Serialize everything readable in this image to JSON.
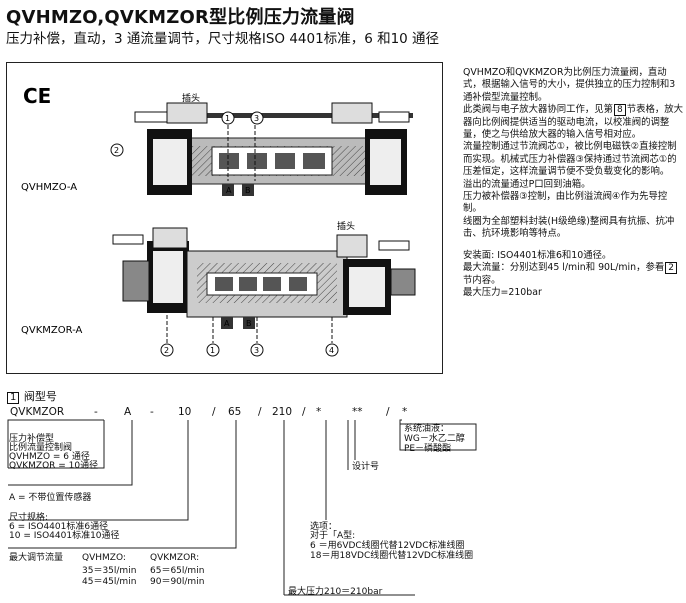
{
  "title": "QVHMZO,QVKMZOR型比例压力流量阀",
  "subtitle": "压力补偿，直动，3 通流量调节，尺寸规格ISO  4401标准，6  和10 通径",
  "figure": {
    "ce_mark": "CE",
    "top_model": "QVHMZO-A",
    "bottom_model": "QVKMZOR-A",
    "plug_label_top": "插头",
    "plug_label_bottom": "插头",
    "port_a": "A",
    "port_b": "B",
    "callouts": [
      "2",
      "1",
      "3",
      "4"
    ]
  },
  "description": {
    "para1": "QVHMZO和QVKMZOR为比例压力流量阀，直动式，根据输入信号的大小，提供独立的压力控制和3通补偿型流量控制。",
    "para2a": "此类阀与电子放大器协同工作，见第",
    "para2_num": "8",
    "para2b": "节表格，放大器向比例阀提供适当的驱动电流，以校准阀的调整量，使之与供给放大器的输入信号相对应。",
    "para3": "流量控制通过节流阀芯①，被比例电磁铁②直接控制而实现。机械式压力补偿器③保持通过节流阀芯①的压差恒定，这样流量调节便不受负载变化的影响。",
    "para4": "溢出的流量通过P口回到油箱。",
    "para5": "压力被补偿器③控制，由比例溢流阀④作为先导控制。",
    "para6": "线圈为全部塑料封装(H级绝缘)整阀具有抗振、抗冲击、抗环境影响等特点。",
    "install": "安装面:  ISO4401标准6和10通径。",
    "maxflow_a": "最大流量：分别达到45 l/min和 90L/min，参看",
    "maxflow_num": "2",
    "maxflow_b": "节内容。",
    "maxpressure": "最大压力=210bar"
  },
  "model_code": {
    "section_num": "1",
    "section_title": "阀型号",
    "parts": [
      "QVKMZOR",
      "-",
      "A",
      "-",
      "10",
      "/",
      "65",
      "/",
      "210",
      "/",
      "*",
      "**",
      "/",
      "*"
    ],
    "type_label": "压力补偿型\n比例流量控制阀",
    "type_line1": "QVHMZO  =  6 通径",
    "type_line2": "QVKMZOR  =  10通径",
    "a_label": "A  = 不带位置传感器",
    "size_title": "尺寸规格:",
    "size_line1": "6  =  ISO4401标准6通径",
    "size_line2": "10  =  ISO4401标准10通径",
    "flow_title": "最大调节流量",
    "flow_col1_head": "QVHMZO:",
    "flow_col2_head": "QVKMZOR:",
    "flow_col1": [
      "35＝35l/min",
      "45＝45l/min"
    ],
    "flow_col2": [
      "65＝65l/min",
      "90＝90l/min"
    ],
    "pressure_label": "最大压力210＝210bar",
    "options_title": "选项：",
    "options_line0": "对于「A型:",
    "options_line1": "6  ＝用6VDC线圈代替12VDC标准线圈",
    "options_line2": "18＝用18VDC线圈代替12VDC标准线圈",
    "design_label": "设计号",
    "seal_title": "系统油液：",
    "seal_line1": "WG－水乙二醇",
    "seal_line2": "PE－磷酸酯"
  }
}
